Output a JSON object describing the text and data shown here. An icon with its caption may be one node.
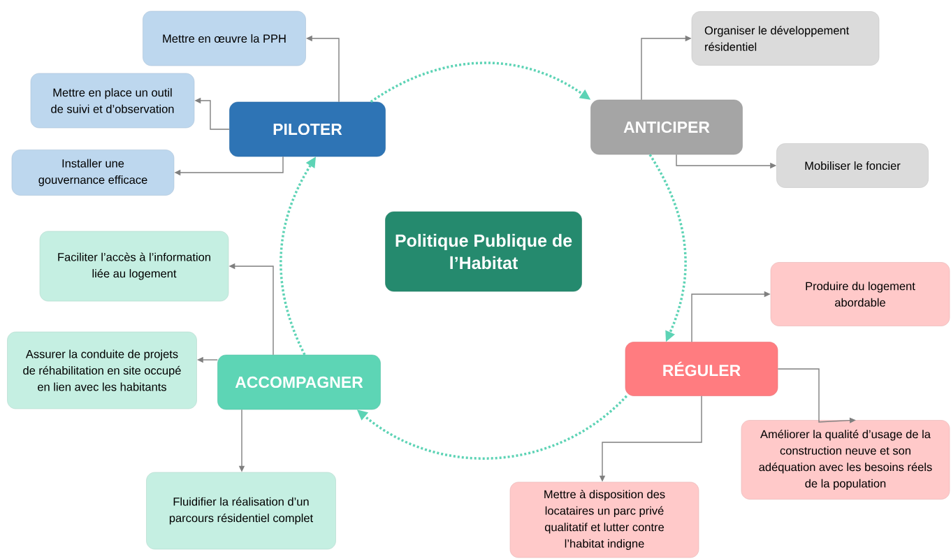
{
  "diagram": {
    "nodes": [
      {
        "text": [
          "Politique Publique de l’Habitat"
        ]
      },
      {
        "text": [
          "PILOTER"
        ]
      },
      {
        "text": [
          "Mettre en œuvre la PPH"
        ]
      },
      {
        "text": [
          "Mettre en place un outil de suivi et d’observation"
        ]
      },
      {
        "text": [
          "Installer une gouvernance efficace"
        ]
      },
      {
        "text": [
          "ANTICIPER"
        ]
      },
      {
        "text": [
          "Organiser le développement résidentiel"
        ]
      },
      {
        "text": [
          "Mobiliser le foncier"
        ]
      },
      {
        "text": [
          "RÉGULER"
        ]
      },
      {
        "text": [
          "Produire du logement abordable"
        ]
      },
      {
        "text": [
          "Améliorer la qualité d’usage de la construction neuve et son adéquation avec les besoins réels de la population"
        ]
      },
      {
        "text": [
          "Mettre à disposition des locataires un parc privé qualitatif et lutter contre l’habitat indigne"
        ]
      },
      {
        "text": [
          "ACCOMPAGNER"
        ]
      },
      {
        "text": [
          "Faciliter l’accès à l’information liée au logement"
        ]
      },
      {
        "text": [
          "Assurer la conduite de projets de réhabilitation en site occupé en lien avec les habitants"
        ]
      },
      {
        "text": [
          "Fluidifier la réalisation d’un parcours résidentiel complet"
        ]
      }
    ],
    "edges": [
      {
        "from": 1,
        "to": 5,
        "arrow": "to",
        "style": "dashed",
        "color": "#5dd3b5"
      },
      {
        "from": 5,
        "to": 8,
        "arrow": "to",
        "style": "dashed",
        "color": "#5dd3b5"
      },
      {
        "from": 8,
        "to": 12,
        "arrow": "to",
        "style": "dashed",
        "color": "#5dd3b5"
      },
      {
        "from": 12,
        "to": 1,
        "arrow": "to",
        "style": "dashed",
        "color": "#5dd3b5"
      },
      {
        "from": 1,
        "to": 2,
        "arrow": "to"
      },
      {
        "from": 1,
        "to": 3,
        "arrow": "to"
      },
      {
        "from": 1,
        "to": 4,
        "arrow": "to"
      },
      {
        "from": 5,
        "to": 6,
        "arrow": "to"
      },
      {
        "from": 5,
        "to": 7,
        "arrow": "to"
      },
      {
        "from": 8,
        "to": 9,
        "arrow": "to"
      },
      {
        "from": 8,
        "to": 10,
        "arrow": "to"
      },
      {
        "from": 8,
        "to": 11,
        "arrow": "to"
      },
      {
        "from": 12,
        "to": 13,
        "arrow": "to"
      },
      {
        "from": 12,
        "to": 14,
        "arrow": "to"
      },
      {
        "from": 12,
        "to": 15,
        "arrow": "to"
      }
    ]
  }
}
